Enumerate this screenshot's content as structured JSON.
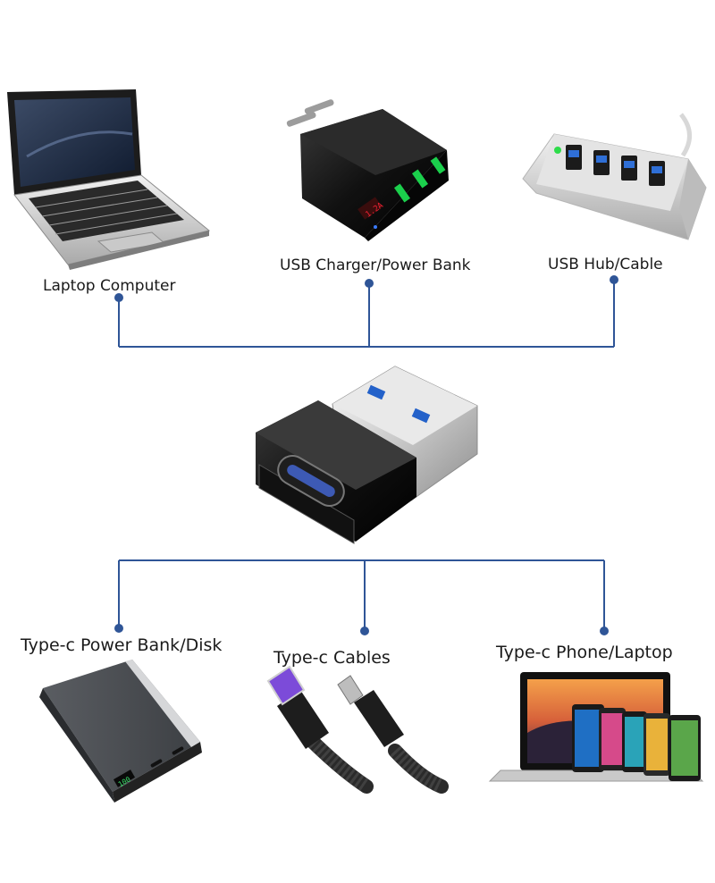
{
  "labels": {
    "laptop": "Laptop Computer",
    "charger": "USB Charger/Power Bank",
    "hub": "USB Hub/Cable",
    "powerbank": "Type-c Power Bank/Disk",
    "cables": "Type-c Cables",
    "phone_laptop": "Type-c Phone/Laptop"
  },
  "device_text": {
    "powerbank_display": "100"
  },
  "colors": {
    "connector_line": "#2f5597",
    "label_text": "#1a1a1a"
  }
}
